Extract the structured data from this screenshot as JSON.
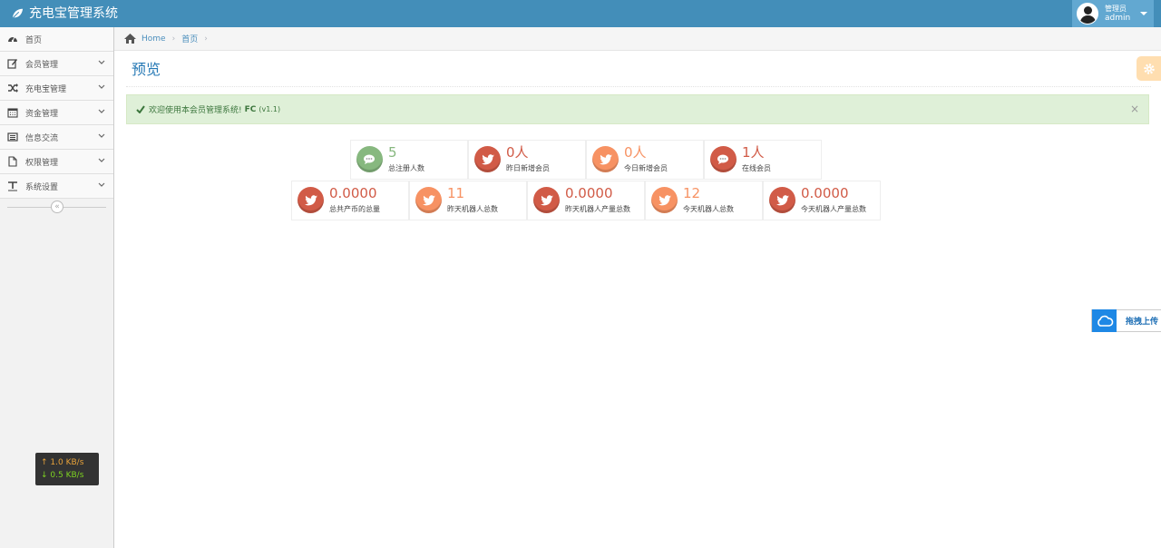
{
  "app": {
    "title": "充电宝管理系统"
  },
  "user": {
    "role": "管理员",
    "name": "admin"
  },
  "sidebar": {
    "items": [
      {
        "label": "首页",
        "icon": "dashboard-icon",
        "has_submenu": false
      },
      {
        "label": "会员管理",
        "icon": "edit-icon",
        "has_submenu": true
      },
      {
        "label": "充电宝管理",
        "icon": "random-icon",
        "has_submenu": true
      },
      {
        "label": "资金管理",
        "icon": "calendar-icon",
        "has_submenu": true
      },
      {
        "label": "信息交流",
        "icon": "list-icon",
        "has_submenu": true
      },
      {
        "label": "权限管理",
        "icon": "file-icon",
        "has_submenu": true
      },
      {
        "label": "系统设置",
        "icon": "text-width-icon",
        "has_submenu": true
      }
    ],
    "collapse_glyph": "«"
  },
  "breadcrumb": {
    "home": "Home",
    "current": "首页"
  },
  "page": {
    "title": "预览"
  },
  "alert": {
    "text": "欢迎使用本会员管理系统!",
    "brand": "FC",
    "version": "(v1.1)",
    "close": "×"
  },
  "stats_row1": [
    {
      "value": "5",
      "label": "总注册人数",
      "icon": "comments-icon",
      "color": "#87b87f"
    },
    {
      "value": "0人",
      "label": "昨日新增会员",
      "icon": "twitter-icon",
      "color": "#d15b47"
    },
    {
      "value": "0人",
      "label": "今日新增会员",
      "icon": "twitter-icon",
      "color": "#f79263"
    },
    {
      "value": "1人",
      "label": "在线会员",
      "icon": "comments-icon",
      "color": "#d15b47"
    }
  ],
  "stats_row2": [
    {
      "value": "0.0000",
      "label": "总共产币的总量",
      "icon": "twitter-icon",
      "color": "#d15b47"
    },
    {
      "value": "11",
      "label": "昨天机器人总数",
      "icon": "twitter-icon",
      "color": "#f79263"
    },
    {
      "value": "0.0000",
      "label": "昨天机器人产量总数",
      "icon": "twitter-icon",
      "color": "#d15b47"
    },
    {
      "value": "12",
      "label": "今天机器人总数",
      "icon": "twitter-icon",
      "color": "#f79263"
    },
    {
      "value": "0.0000",
      "label": "今天机器人产量总数",
      "icon": "twitter-icon",
      "color": "#d15b47"
    }
  ],
  "netspeed": {
    "up": "1.0 KB/s",
    "down": "0.5 KB/s"
  },
  "upload": {
    "label": "拖拽上传"
  }
}
